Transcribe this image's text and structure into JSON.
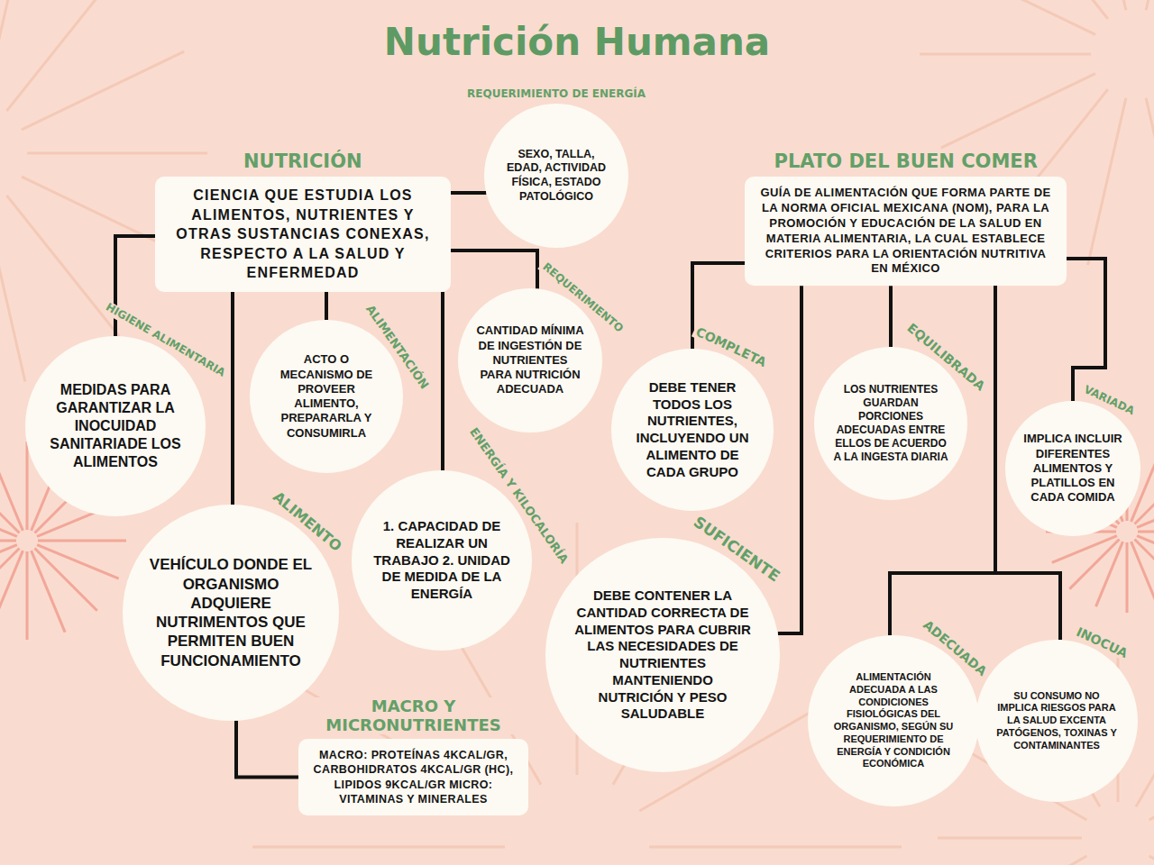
{
  "diagram": {
    "title": "Nutrición Humana",
    "nodes": [
      {
        "text": [
          "NUTRICIÓN",
          "CIENCIA QUE ESTUDIA LOS ALIMENTOS, NUTRIENTES Y OTRAS SUSTANCIAS CONEXAS, RESPECTO A LA SALUD Y ENFERMEDAD"
        ]
      },
      {
        "text": [
          "REQUERIMIENTO DE ENERGÍA",
          "SEXO, TALLA, EDAD, ACTIVIDAD FÍSICA, ESTADO PATOLÓGICO"
        ]
      },
      {
        "text": [
          "PLATO DEL BUEN COMER",
          "GUÍA DE ALIMENTACIÓN QUE FORMA PARTE DE LA NORMA OFICIAL MEXICANA (NOM), PARA LA PROMOCIÓN Y EDUCACIÓN DE LA SALUD EN MATERIA ALIMENTARIA, LA CUAL ESTABLECE CRITERIOS PARA LA ORIENTACIÓN NUTRITIVA EN MÉXICO"
        ]
      },
      {
        "text": [
          "REQUERIMIENTO",
          "CANTIDAD MÍNIMA DE INGESTIÓN DE NUTRIENTES PARA NUTRICIÓN ADECUADA"
        ]
      },
      {
        "text": [
          "ALIMENTACIÓN",
          "ACTO O MECANISMO DE PROVEER ALIMENTO, PREPARARLA Y CONSUMIRLA"
        ]
      },
      {
        "text": [
          "HIGIENE ALIMENTARIA",
          "MEDIDAS PARA GARANTIZAR LA INOCUIDAD SANITARIADE LOS ALIMENTOS"
        ]
      },
      {
        "text": [
          "COMPLETA",
          "DEBE TENER TODOS LOS NUTRIENTES, INCLUYENDO UN ALIMENTO DE CADA GRUPO"
        ]
      },
      {
        "text": [
          "EQUILIBRADA",
          "LOS NUTRIENTES GUARDAN PORCIONES ADECUADAS ENTRE ELLOS DE ACUERDO A LA INGESTA DIARIA"
        ]
      },
      {
        "text": [
          "VARIADA",
          "IMPLICA INCLUIR DIFERENTES ALIMENTOS Y PLATILLOS EN CADA COMIDA"
        ]
      },
      {
        "text": [
          "ENERGÍA Y KILOCALORÍA",
          "1. CAPACIDAD DE REALIZAR UN TRABAJO 2. UNIDAD DE MEDIDA DE LA ENERGÍA"
        ]
      },
      {
        "text": [
          "ALIMENTO",
          "VEHÍCULO DONDE EL ORGANISMO ADQUIERE NUTRIMENTOS QUE PERMITEN BUEN FUNCIONAMIENTO"
        ]
      },
      {
        "text": [
          "SUFICIENTE",
          "DEBE CONTENER LA CANTIDAD CORRECTA DE ALIMENTOS PARA CUBRIR LAS NECESIDADES DE NUTRIENTES MANTENIENDO NUTRICIÓN Y PESO SALUDABLE"
        ]
      },
      {
        "text": [
          "ADECUADA",
          "ALIMENTACIÓN ADECUADA A LAS CONDICIONES FISIOLÓGICAS DEL ORGANISMO, SEGÚN SU REQUERIMIENTO DE ENERGÍA Y CONDICIÓN ECONÓMICA"
        ]
      },
      {
        "text": [
          "INOCUA",
          "SU CONSUMO NO IMPLICA RIESGOS PARA LA SALUD EXCENTA PATÓGENOS, TOXINAS Y CONTAMINANTES"
        ]
      },
      {
        "text": [
          "MACRO Y MICRONUTRIENTES",
          "MACRO: PROTEÍNAS 4KCAL/GR, CARBOHIDRATOS 4KCAL/GR (HC), LIPIDOS 9KCAL/GR MICRO: VITAMINAS Y MINERALES"
        ]
      }
    ],
    "edges": [
      {
        "from": 0,
        "to": 1,
        "arrow": "none"
      },
      {
        "from": 0,
        "to": 3,
        "arrow": "none"
      },
      {
        "from": 0,
        "to": 4,
        "arrow": "none"
      },
      {
        "from": 0,
        "to": 5,
        "arrow": "none"
      },
      {
        "from": 0,
        "to": 10,
        "arrow": "none"
      },
      {
        "from": 0,
        "to": 9,
        "arrow": "none"
      },
      {
        "from": 10,
        "to": 14,
        "arrow": "none"
      },
      {
        "from": 2,
        "to": 6,
        "arrow": "none"
      },
      {
        "from": 2,
        "to": 11,
        "arrow": "none"
      },
      {
        "from": 2,
        "to": 7,
        "arrow": "none"
      },
      {
        "from": 2,
        "to": 8,
        "arrow": "none"
      },
      {
        "from": 2,
        "to": 12,
        "arrow": "none"
      },
      {
        "from": 2,
        "to": 13,
        "arrow": "none"
      }
    ]
  }
}
